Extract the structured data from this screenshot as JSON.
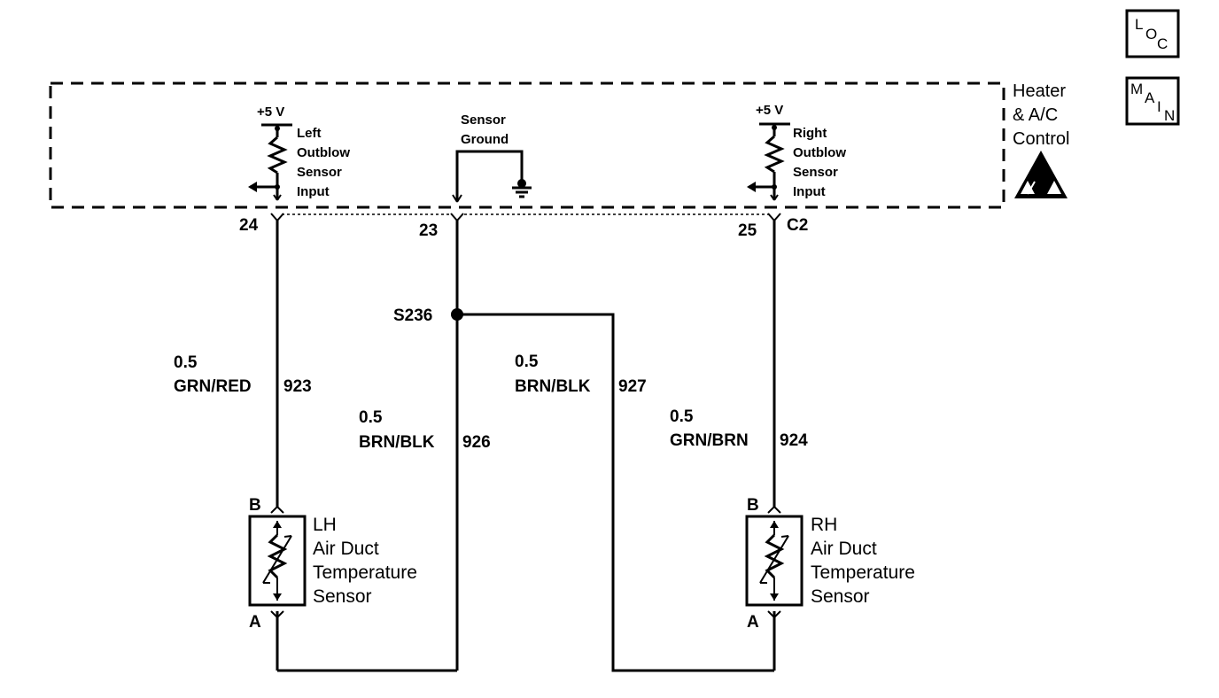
{
  "nav": {
    "loc": {
      "l1": "L",
      "l2": "O",
      "l3": "C"
    },
    "main": {
      "l1": "M",
      "l2": "A",
      "l3": "I",
      "l4": "N"
    }
  },
  "module": {
    "name_line1": "Heater",
    "name_line2": "& A/C",
    "name_line3": "Control",
    "connector": "C2"
  },
  "left_input": {
    "supply": "+5 V",
    "label_lines": [
      "Left",
      "Outblow",
      "Sensor",
      "Input"
    ],
    "pin": "24"
  },
  "ground": {
    "label_lines": [
      "Sensor",
      "Ground"
    ],
    "pin": "23"
  },
  "right_input": {
    "supply": "+5 V",
    "label_lines": [
      "Right",
      "Outblow",
      "Sensor",
      "Input"
    ],
    "pin": "25"
  },
  "splice": "S236",
  "wires": {
    "w923": {
      "gauge": "0.5",
      "color": "GRN/RED",
      "circuit": "923"
    },
    "w926": {
      "gauge": "0.5",
      "color": "BRN/BLK",
      "circuit": "926"
    },
    "w927": {
      "gauge": "0.5",
      "color": "BRN/BLK",
      "circuit": "927"
    },
    "w924": {
      "gauge": "0.5",
      "color": "GRN/BRN",
      "circuit": "924"
    }
  },
  "lh_sensor": {
    "lines": [
      "LH",
      "Air Duct",
      "Temperature",
      "Sensor"
    ],
    "pin_top": "B",
    "pin_bottom": "A"
  },
  "rh_sensor": {
    "lines": [
      "RH",
      "Air Duct",
      "Temperature",
      "Sensor"
    ],
    "pin_top": "B",
    "pin_bottom": "A"
  }
}
